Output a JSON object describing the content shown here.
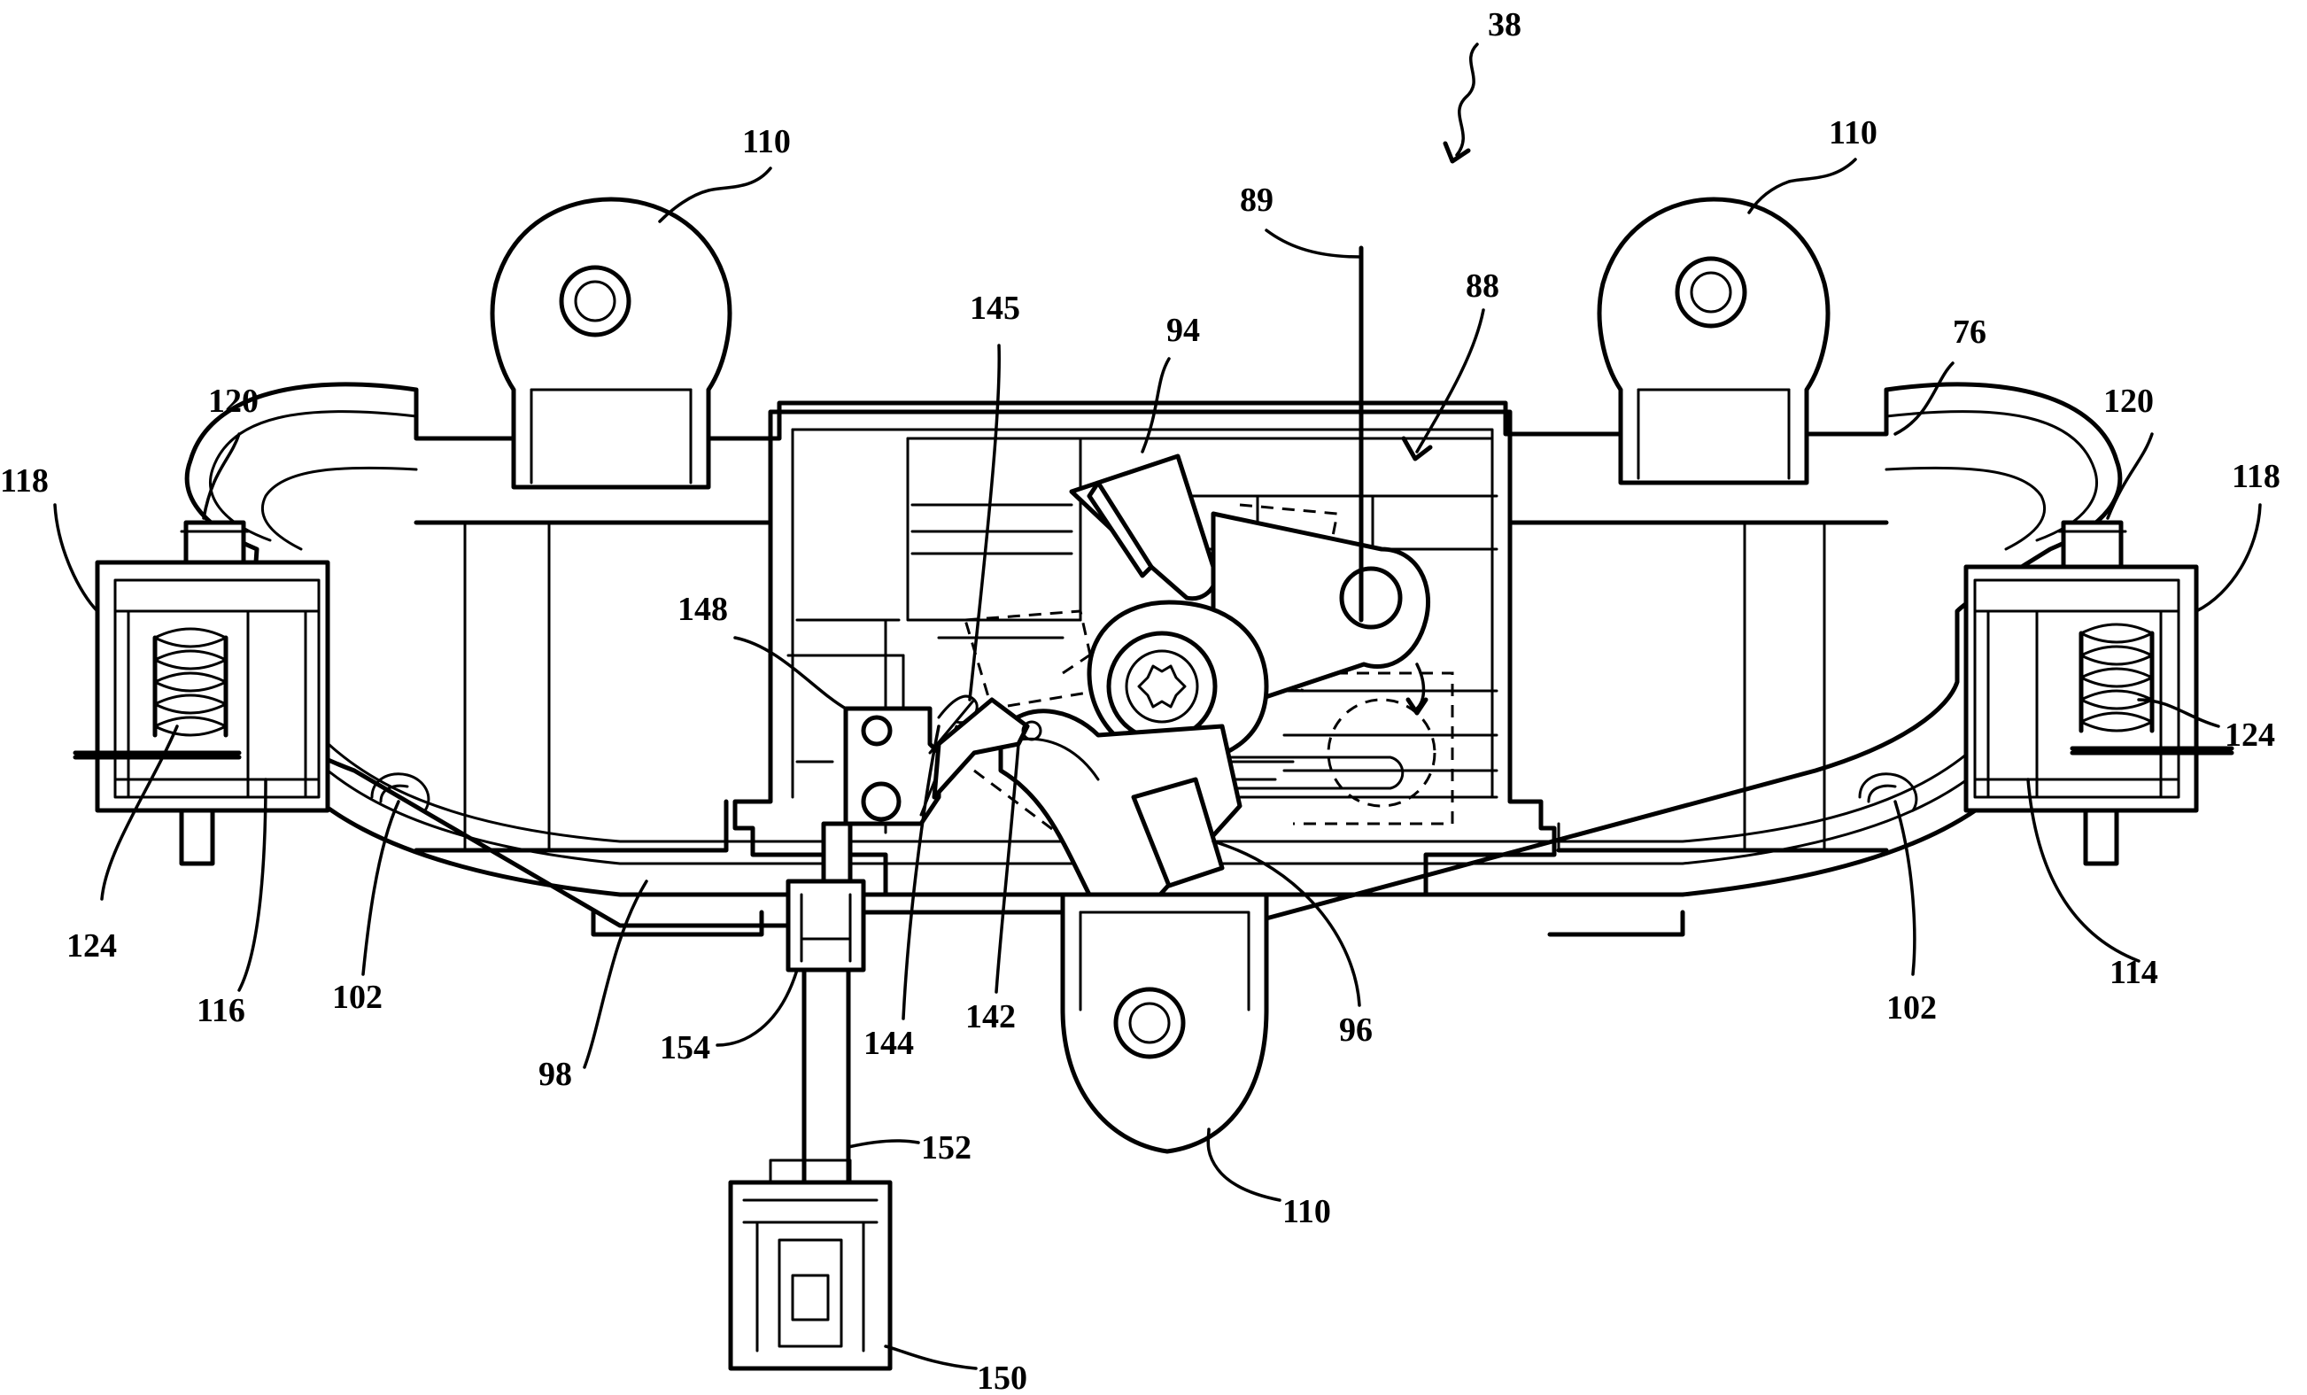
{
  "figure": {
    "assembly_number": "38",
    "reference_numerals": [
      {
        "id": "n38",
        "text": "38"
      },
      {
        "id": "n110a",
        "text": "110"
      },
      {
        "id": "n110b",
        "text": "110"
      },
      {
        "id": "n110c",
        "text": "110"
      },
      {
        "id": "n89",
        "text": "89"
      },
      {
        "id": "n88",
        "text": "88"
      },
      {
        "id": "n145",
        "text": "145"
      },
      {
        "id": "n94",
        "text": "94"
      },
      {
        "id": "n76",
        "text": "76"
      },
      {
        "id": "n120a",
        "text": "120"
      },
      {
        "id": "n120b",
        "text": "120"
      },
      {
        "id": "n118a",
        "text": "118"
      },
      {
        "id": "n118b",
        "text": "118"
      },
      {
        "id": "n148",
        "text": "148"
      },
      {
        "id": "n124a",
        "text": "124"
      },
      {
        "id": "n124b",
        "text": "124"
      },
      {
        "id": "n116",
        "text": "116"
      },
      {
        "id": "n102a",
        "text": "102"
      },
      {
        "id": "n102b",
        "text": "102"
      },
      {
        "id": "n98",
        "text": "98"
      },
      {
        "id": "n154",
        "text": "154"
      },
      {
        "id": "n144",
        "text": "144"
      },
      {
        "id": "n142",
        "text": "142"
      },
      {
        "id": "n96",
        "text": "96"
      },
      {
        "id": "n114",
        "text": "114"
      },
      {
        "id": "n152",
        "text": "152"
      },
      {
        "id": "n150",
        "text": "150"
      }
    ]
  }
}
